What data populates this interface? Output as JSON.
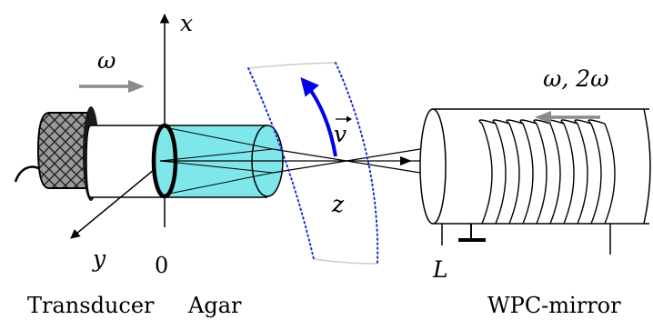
{
  "labels": {
    "x_axis": "x",
    "y_axis": "y",
    "z_axis": "z",
    "origin": "0",
    "omega": "ω",
    "omega_2omega": "ω, 2ω",
    "velocity": "v",
    "length_mark": "L",
    "transducer": "Transducer",
    "agar": "Agar",
    "wpc_mirror": "WPC-mirror"
  },
  "colors": {
    "agar_fill": "#7fe6ea",
    "velocity_arrow": "#0000ee",
    "dotted_band": "#1a2fd0",
    "band_edge": "#cccccc",
    "arrow_gray": "#8a8a8a"
  }
}
